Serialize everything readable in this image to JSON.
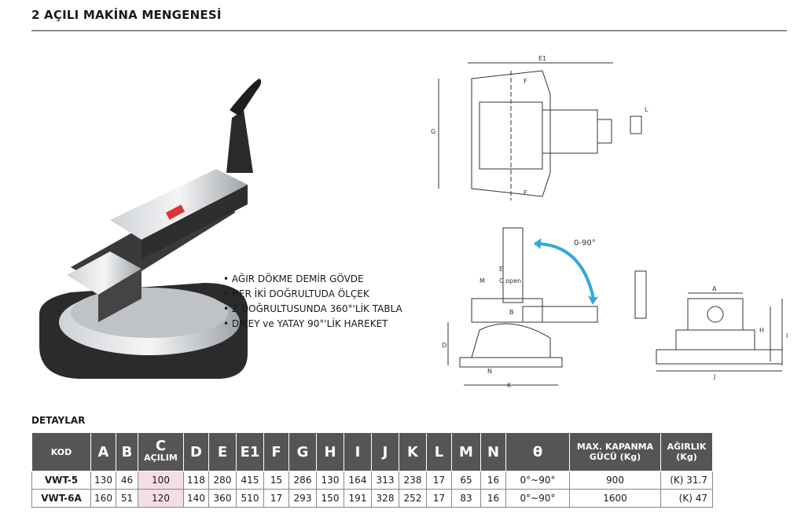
{
  "page": {
    "title": "2 AÇILI MAKİNA MENGENESİ",
    "details_label": "DETAYLAR"
  },
  "features": [
    "AĞIR DÖKME DEMİR GÖVDE",
    "HER İKİ DOĞRULTUDA ÖLÇEK",
    "Z DOĞRULTUSUNDA 360°'LİK TABLA",
    "DİKEY ve YATAY 90°'LİK HAREKET"
  ],
  "drawing_labels": {
    "e1": "E1",
    "f": "F",
    "g": "G",
    "l": "L",
    "e": "E",
    "m": "M",
    "c_open": "C open",
    "b": "B",
    "d": "D",
    "n": "N",
    "k": "K",
    "a": "A",
    "h": "H",
    "i": "I",
    "j": "J",
    "angle": "0-90°"
  },
  "table": {
    "headers": [
      {
        "key": "kod",
        "lines": [
          "KOD"
        ]
      },
      {
        "key": "A",
        "lines": [
          "A"
        ]
      },
      {
        "key": "B",
        "lines": [
          "B"
        ]
      },
      {
        "key": "C",
        "lines": [
          "C",
          "AÇILIM"
        ]
      },
      {
        "key": "D",
        "lines": [
          "D"
        ]
      },
      {
        "key": "E",
        "lines": [
          "E"
        ]
      },
      {
        "key": "E1",
        "lines": [
          "E1"
        ]
      },
      {
        "key": "F",
        "lines": [
          "F"
        ]
      },
      {
        "key": "G",
        "lines": [
          "G"
        ]
      },
      {
        "key": "H",
        "lines": [
          "H"
        ]
      },
      {
        "key": "I",
        "lines": [
          "I"
        ]
      },
      {
        "key": "J",
        "lines": [
          "J"
        ]
      },
      {
        "key": "K",
        "lines": [
          "K"
        ]
      },
      {
        "key": "L",
        "lines": [
          "L"
        ]
      },
      {
        "key": "M",
        "lines": [
          "M"
        ]
      },
      {
        "key": "N",
        "lines": [
          "N"
        ]
      },
      {
        "key": "theta",
        "lines": [
          "θ"
        ]
      },
      {
        "key": "max",
        "lines": [
          "MAX. KAPANMA",
          "GÜCÜ (Kg)"
        ]
      },
      {
        "key": "weight",
        "lines": [
          "AĞIRLIK",
          "(Kg)"
        ]
      }
    ],
    "rows": [
      [
        "VWT-5",
        "130",
        "46",
        "100",
        "118",
        "280",
        "415",
        "15",
        "286",
        "130",
        "164",
        "313",
        "238",
        "17",
        "65",
        "16",
        "0°~90°",
        "900",
        "(K) 31.7"
      ],
      [
        "VWT-6A",
        "160",
        "51",
        "120",
        "140",
        "360",
        "510",
        "17",
        "293",
        "150",
        "191",
        "328",
        "252",
        "17",
        "83",
        "16",
        "0°~90°",
        "1600",
        "(K) 47"
      ]
    ]
  }
}
